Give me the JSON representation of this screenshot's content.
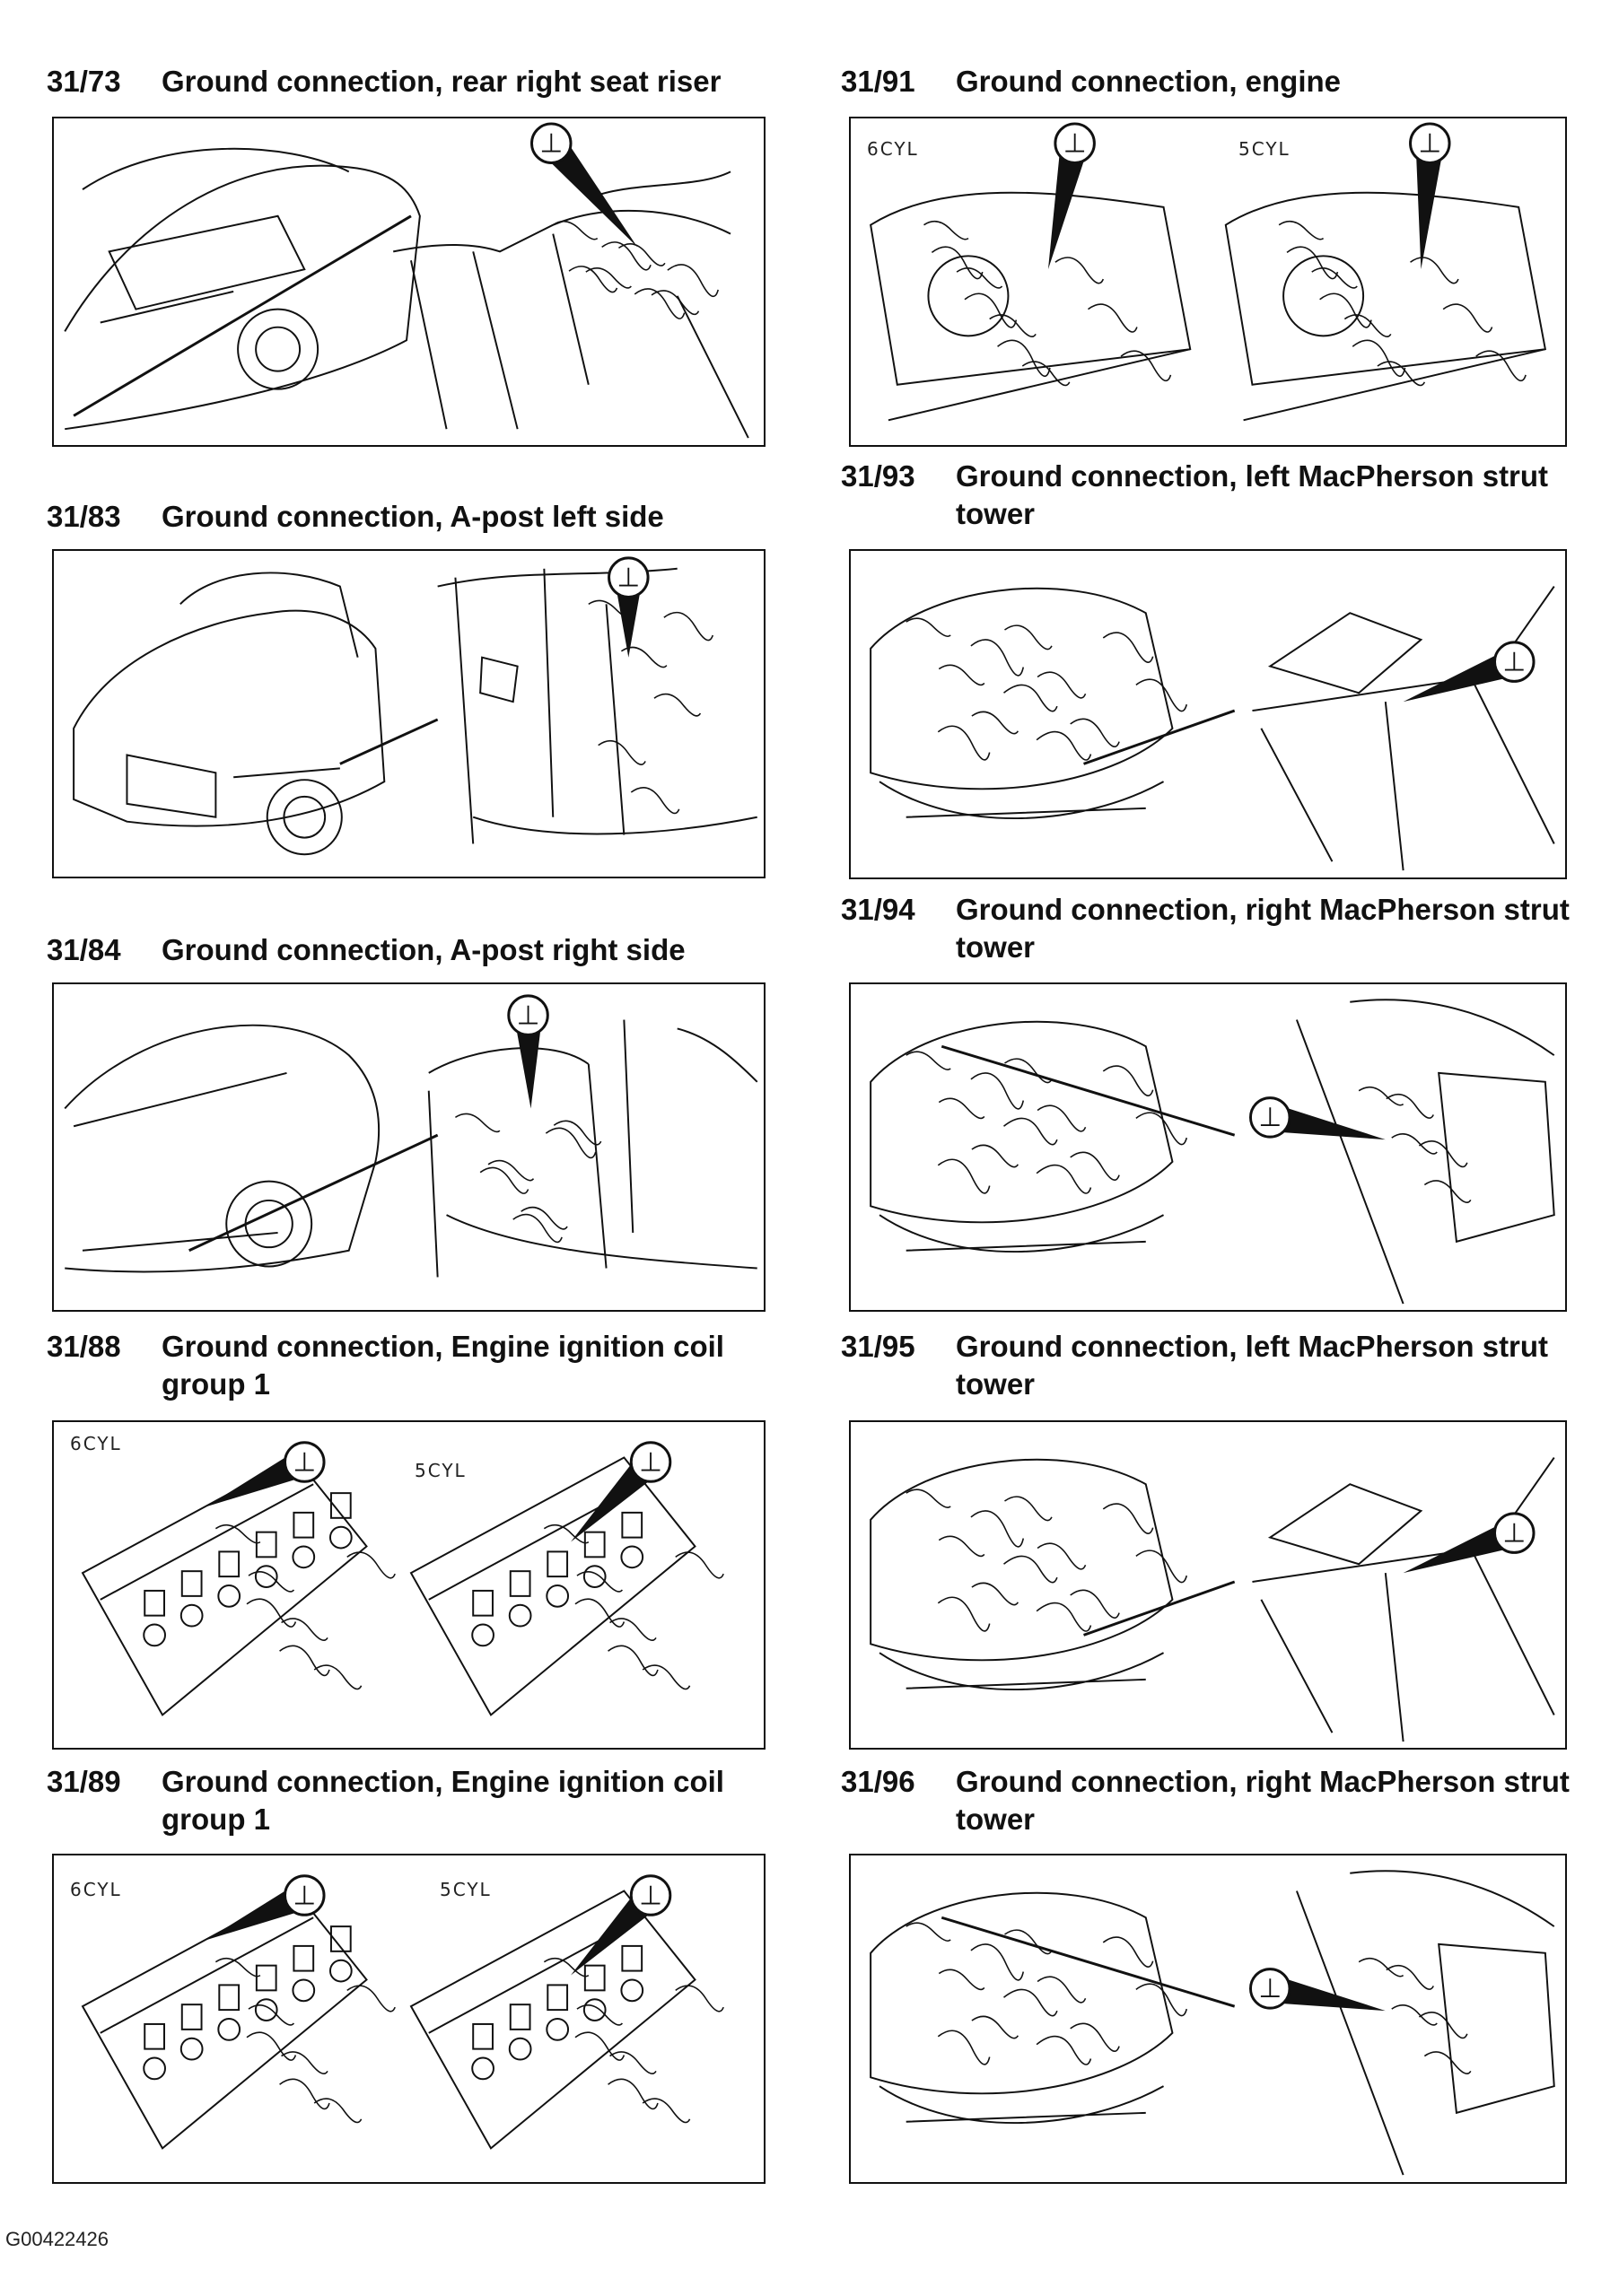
{
  "entries": [
    {
      "code": "31/73",
      "title": "Ground connection, rear right seat riser",
      "kind": "car-side",
      "labels": []
    },
    {
      "code": "31/91",
      "title": "Ground connection, engine",
      "kind": "engine-bay",
      "labels": [
        "6CYL",
        "5CYL"
      ]
    },
    {
      "code": "31/83",
      "title": "Ground connection, A-post left side",
      "kind": "car-front",
      "labels": []
    },
    {
      "code": "31/93",
      "title": "Ground connection, left MacPherson strut tower",
      "kind": "hood-open",
      "labels": []
    },
    {
      "code": "31/84",
      "title": "Ground connection, A-post right side",
      "kind": "car-side",
      "labels": []
    },
    {
      "code": "31/94",
      "title": "Ground connection, right MacPherson strut tower",
      "kind": "hood-open",
      "labels": []
    },
    {
      "code": "31/88",
      "title": "Ground connection, Engine ignition coil group 1",
      "kind": "coils",
      "labels": [
        "6CYL",
        "5CYL"
      ]
    },
    {
      "code": "31/95",
      "title": "Ground connection, left MacPherson strut tower",
      "kind": "hood-open",
      "labels": []
    },
    {
      "code": "31/89",
      "title": "Ground connection, Engine ignition coil group 1",
      "kind": "coils",
      "labels": [
        "6CYL",
        "5CYL"
      ]
    },
    {
      "code": "31/96",
      "title": "Ground connection, right MacPherson strut tower",
      "kind": "hood-open",
      "labels": []
    }
  ],
  "ground_symbol": "⊥",
  "icons": {
    "ground": "ground-symbol-icon"
  },
  "footer": {
    "image_code": "G00422426"
  }
}
